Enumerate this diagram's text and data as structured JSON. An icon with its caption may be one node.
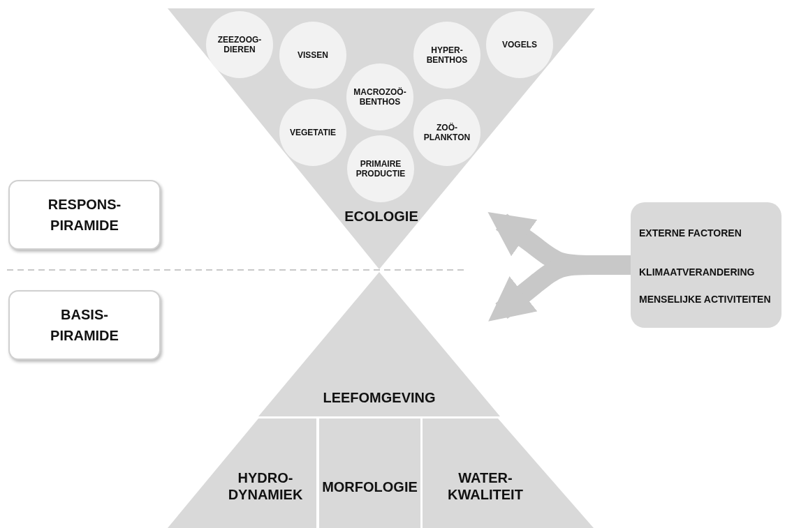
{
  "diagram": {
    "nodes": [
      {
        "text": [
          "RESPONS- PIRAMIDE"
        ]
      },
      {
        "text": [
          "BASIS- PIRAMIDE"
        ]
      },
      {
        "text": [
          "ECOLOGIE"
        ]
      },
      {
        "text": [
          "ZEEZOOG- DIEREN"
        ],
        "in": 2
      },
      {
        "text": [
          "VISSEN"
        ],
        "in": 2
      },
      {
        "text": [
          "HYPER- BENTHOS"
        ],
        "in": 2
      },
      {
        "text": [
          "VOGELS"
        ],
        "in": 2
      },
      {
        "text": [
          "MACROZOÖ- BENTHOS"
        ],
        "in": 2
      },
      {
        "text": [
          "VEGETATIE"
        ],
        "in": 2
      },
      {
        "text": [
          "ZOÖ- PLANKTON"
        ],
        "in": 2
      },
      {
        "text": [
          "PRIMAIRE PRODUCTIE"
        ],
        "in": 2
      },
      {
        "text": [
          "LEEFOMGEVING"
        ]
      },
      {
        "text": [
          "HYDRO- DYNAMIEK"
        ]
      },
      {
        "text": [
          "MORFOLOGIE"
        ]
      },
      {
        "text": [
          "WATER- KWALITEIT"
        ]
      },
      {
        "text": [
          "EXTERNE FACTOREN",
          "KLIMAATVERANDERING",
          "MENSELIJKE ACTIVITEITEN"
        ]
      }
    ],
    "edges": [
      {
        "from": 15,
        "to": 2,
        "arrow": "to"
      },
      {
        "from": 15,
        "to": 11,
        "arrow": "to"
      }
    ]
  }
}
